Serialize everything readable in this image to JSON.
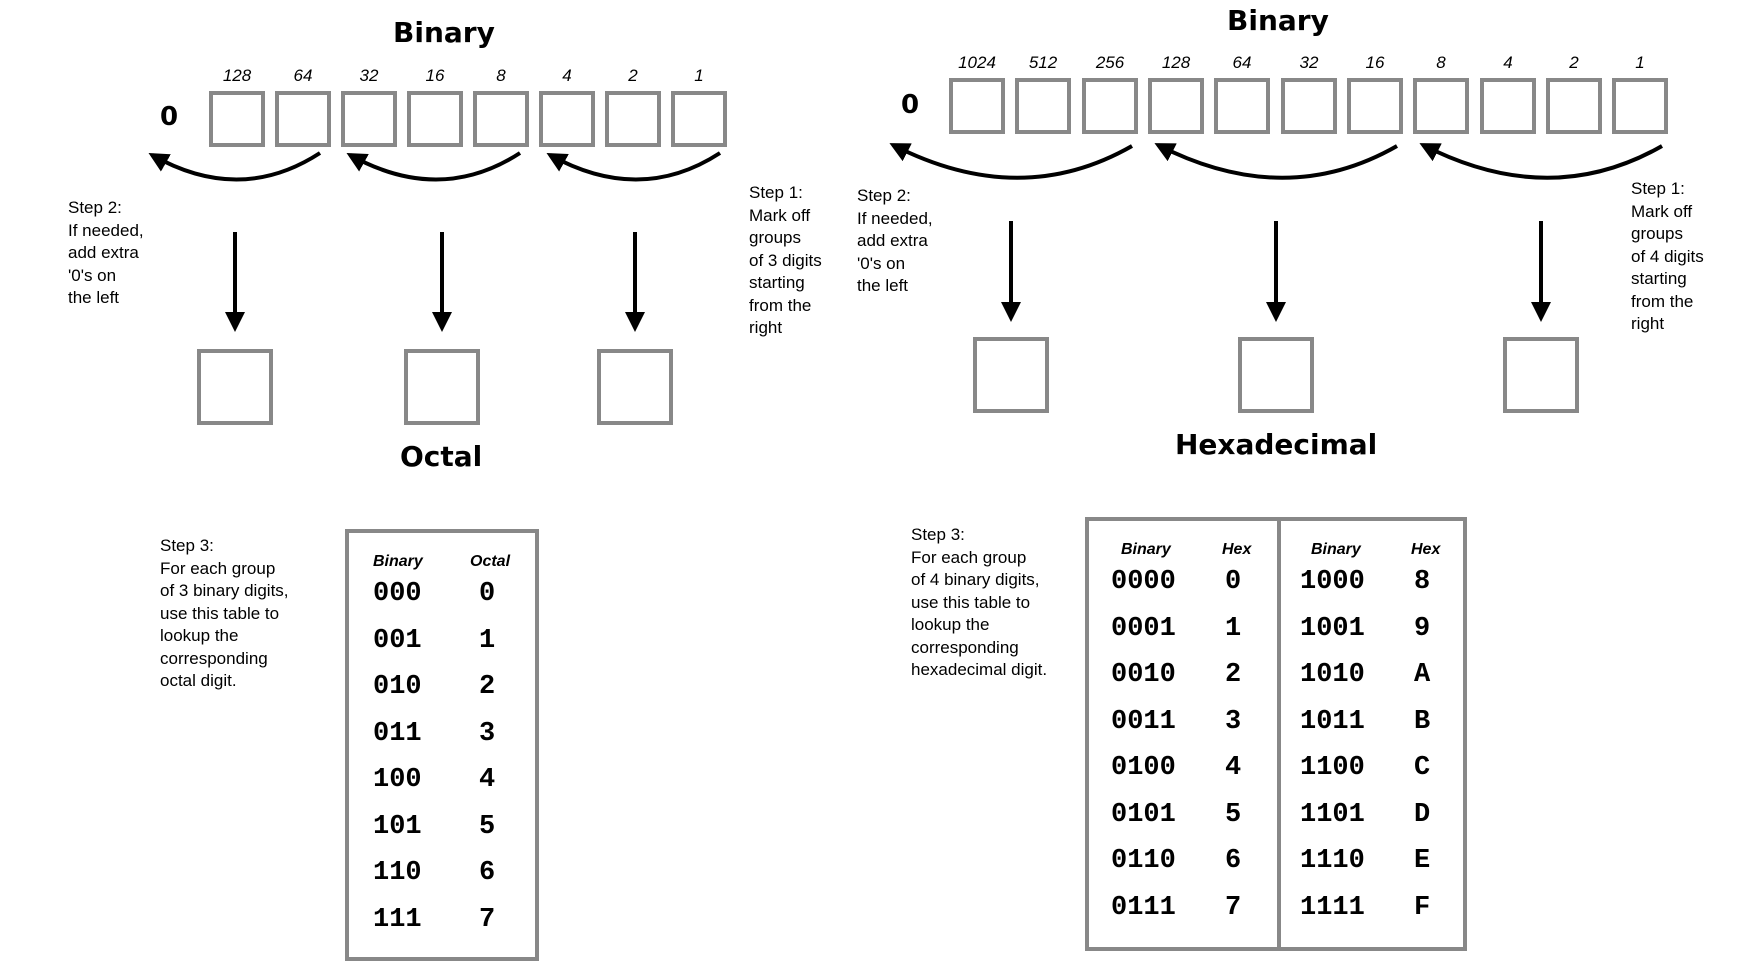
{
  "octal": {
    "binary_title": "Binary",
    "leading_zero": "0",
    "weights": [
      "128",
      "64",
      "32",
      "16",
      "8",
      "4",
      "2",
      "1"
    ],
    "step1": "Step 1:\nMark off\ngroups\nof 3 digits\nstarting\nfrom the\nright",
    "step2": "Step 2:\nIf needed,\nadd extra\n'0's on\nthe left",
    "step3": "Step 3:\nFor each group\nof 3 binary digits,\nuse this table to\nlookup the\ncorresponding\noctal digit.",
    "output_title": "Octal",
    "table": {
      "headers": [
        "Binary",
        "Octal"
      ],
      "rows": [
        [
          "000",
          "0"
        ],
        [
          "001",
          "1"
        ],
        [
          "010",
          "2"
        ],
        [
          "011",
          "3"
        ],
        [
          "100",
          "4"
        ],
        [
          "101",
          "5"
        ],
        [
          "110",
          "6"
        ],
        [
          "111",
          "7"
        ]
      ]
    }
  },
  "hex": {
    "binary_title": "Binary",
    "leading_zero": "0",
    "weights": [
      "1024",
      "512",
      "256",
      "128",
      "64",
      "32",
      "16",
      "8",
      "4",
      "2",
      "1"
    ],
    "step1": "Step 1:\nMark off\ngroups\nof 4 digits\nstarting\nfrom the\nright",
    "step2": "Step 2:\nIf needed,\nadd extra\n'0's on\nthe left",
    "step3": "Step 3:\nFor each group\nof 4 binary digits,\nuse this table to\nlookup the\ncorresponding\nhexadecimal digit.",
    "output_title": "Hexadecimal",
    "table": {
      "headers": [
        "Binary",
        "Hex"
      ],
      "rows": [
        [
          "0000",
          "0"
        ],
        [
          "0001",
          "1"
        ],
        [
          "0010",
          "2"
        ],
        [
          "0011",
          "3"
        ],
        [
          "0100",
          "4"
        ],
        [
          "0101",
          "5"
        ],
        [
          "0110",
          "6"
        ],
        [
          "0111",
          "7"
        ],
        [
          "1000",
          "8"
        ],
        [
          "1001",
          "9"
        ],
        [
          "1010",
          "A"
        ],
        [
          "1011",
          "B"
        ],
        [
          "1100",
          "C"
        ],
        [
          "1101",
          "D"
        ],
        [
          "1110",
          "E"
        ],
        [
          "1111",
          "F"
        ]
      ]
    }
  },
  "colors": {
    "box_border": "#888888",
    "ink": "#000000"
  }
}
